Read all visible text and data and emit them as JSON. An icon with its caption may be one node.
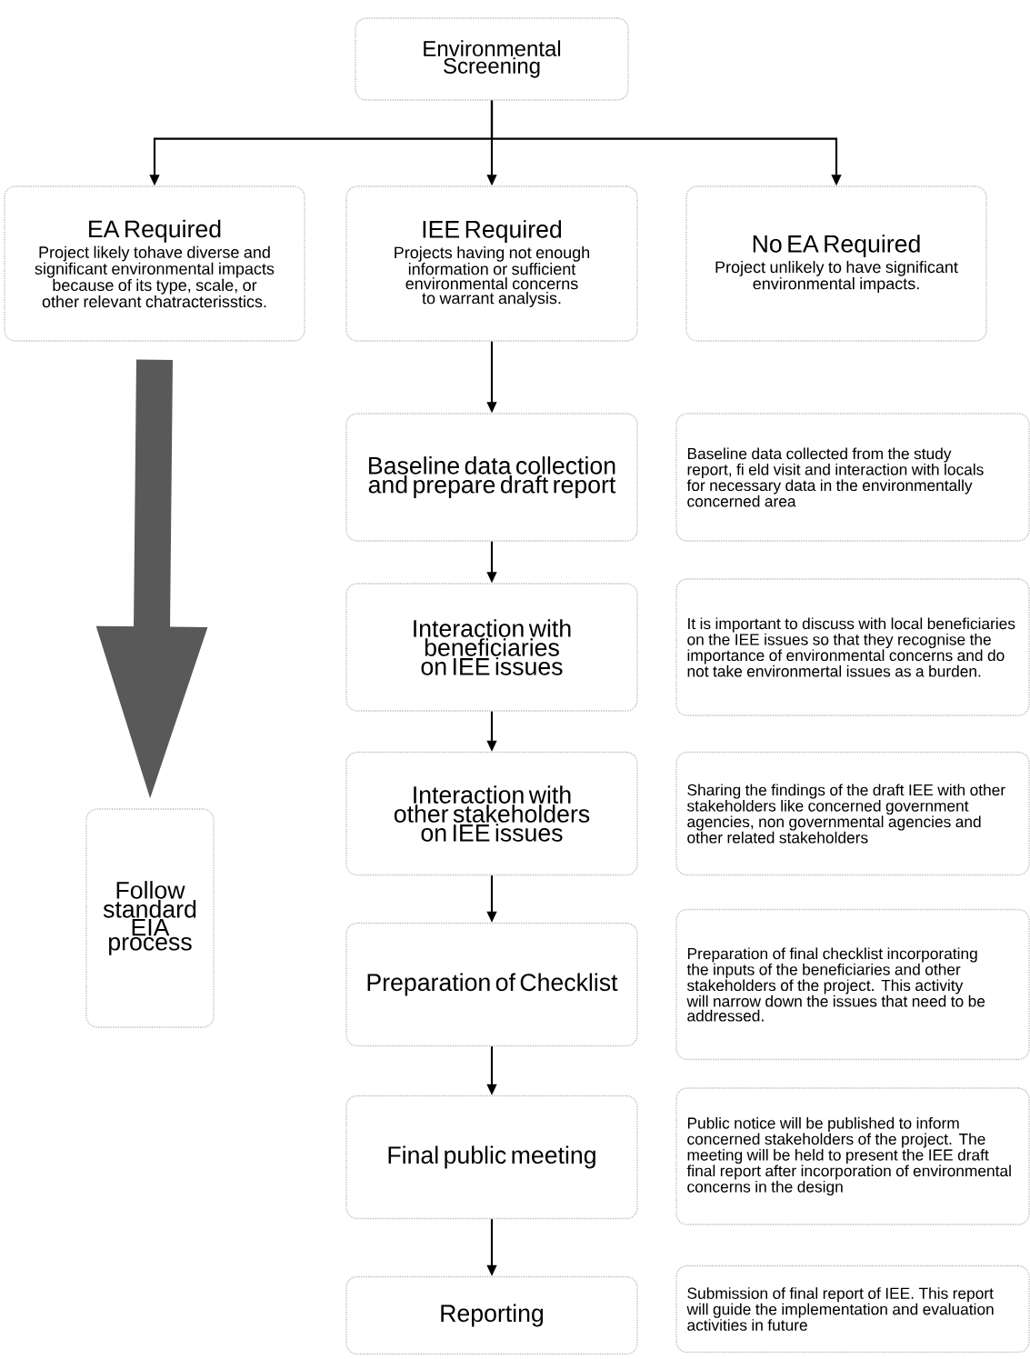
{
  "diagram": {
    "nodes": [
      {
        "text": [
          "Environmental Screening"
        ]
      },
      {
        "text": [
          "EA Required",
          "Project likely tohave diverse and significant environmental impacts because of its type, scale, or other relevant chatracterisstics."
        ]
      },
      {
        "text": [
          "IEE Required",
          "Projects having not enough information or sufficient environmental concerns to warrant analysis."
        ]
      },
      {
        "text": [
          "No EA Required",
          "Project unlikely to have significant environmental impacts."
        ]
      },
      {
        "text": [
          "Baseline data collection and prepare draft report"
        ]
      },
      {
        "text": [
          "Baseline data collected from the study report, fi eld visit and interaction with locals for necessary data in the environmentally concerned area"
        ]
      },
      {
        "text": [
          "Interaction with beneficiaries on IEE issues"
        ]
      },
      {
        "text": [
          "It is important to discuss with local beneficiaries on the IEE issues so that they recognise the importance of environmental concerns and do not take environmertal issues as a burden."
        ]
      },
      {
        "text": [
          "Interaction with other stakeholders on IEE issues"
        ]
      },
      {
        "text": [
          "Sharing the findings of the draft IEE with other stakeholders like concerned government agencies, non governmental agencies and other related stakeholders"
        ]
      },
      {
        "text": [
          "Preparation of Checklist"
        ]
      },
      {
        "text": [
          "Preparation of final checklist incorporating the inputs of the beneficiaries and other stakeholders of the project. This activity will narrow down the issues that need to be addressed."
        ]
      },
      {
        "text": [
          "Final public meeting"
        ]
      },
      {
        "text": [
          "Public notice will be published to inform concerned stakeholders of the project. The meeting will be held to present the IEE draft final report after incorporation of environmental concerns in the design"
        ]
      },
      {
        "text": [
          "Reporting"
        ]
      },
      {
        "text": [
          "Submission of final report of IEE. This report will guide the implementation and evaluation activities in future"
        ]
      },
      {
        "text": [
          "Follow standard EIA process"
        ]
      }
    ],
    "edges": [
      {
        "from": 0,
        "to": 1,
        "arrow": "to"
      },
      {
        "from": 0,
        "to": 2,
        "arrow": "to"
      },
      {
        "from": 0,
        "to": 3,
        "arrow": "to"
      },
      {
        "from": 2,
        "to": 4,
        "arrow": "to"
      },
      {
        "from": 4,
        "to": 6,
        "arrow": "to"
      },
      {
        "from": 6,
        "to": 8,
        "arrow": "to"
      },
      {
        "from": 8,
        "to": 10,
        "arrow": "to"
      },
      {
        "from": 10,
        "to": 12,
        "arrow": "to"
      },
      {
        "from": 12,
        "to": 14,
        "arrow": "to"
      },
      {
        "from": 1,
        "to": 16,
        "arrow": "to",
        "style": "thick"
      }
    ]
  }
}
